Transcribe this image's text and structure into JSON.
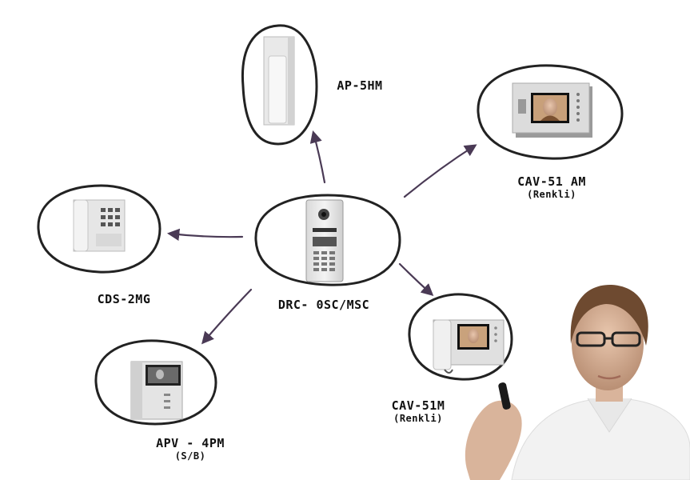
{
  "nodes": {
    "center": {
      "label": "DRC- 0SC/MSC"
    },
    "ap5hm": {
      "label": "AP-5HM"
    },
    "cav51am": {
      "label": "CAV-51 AM",
      "sub": "(Renkli)"
    },
    "cds2mg": {
      "label": "CDS-2MG"
    },
    "apv4pm": {
      "label": "APV - 4PM",
      "sub": "(S/B)"
    },
    "cav51m": {
      "label": "CAV-51M",
      "sub": "(Renkli)"
    }
  },
  "colors": {
    "arrow": "#4a3a55",
    "ink": "#1a1a1a"
  }
}
